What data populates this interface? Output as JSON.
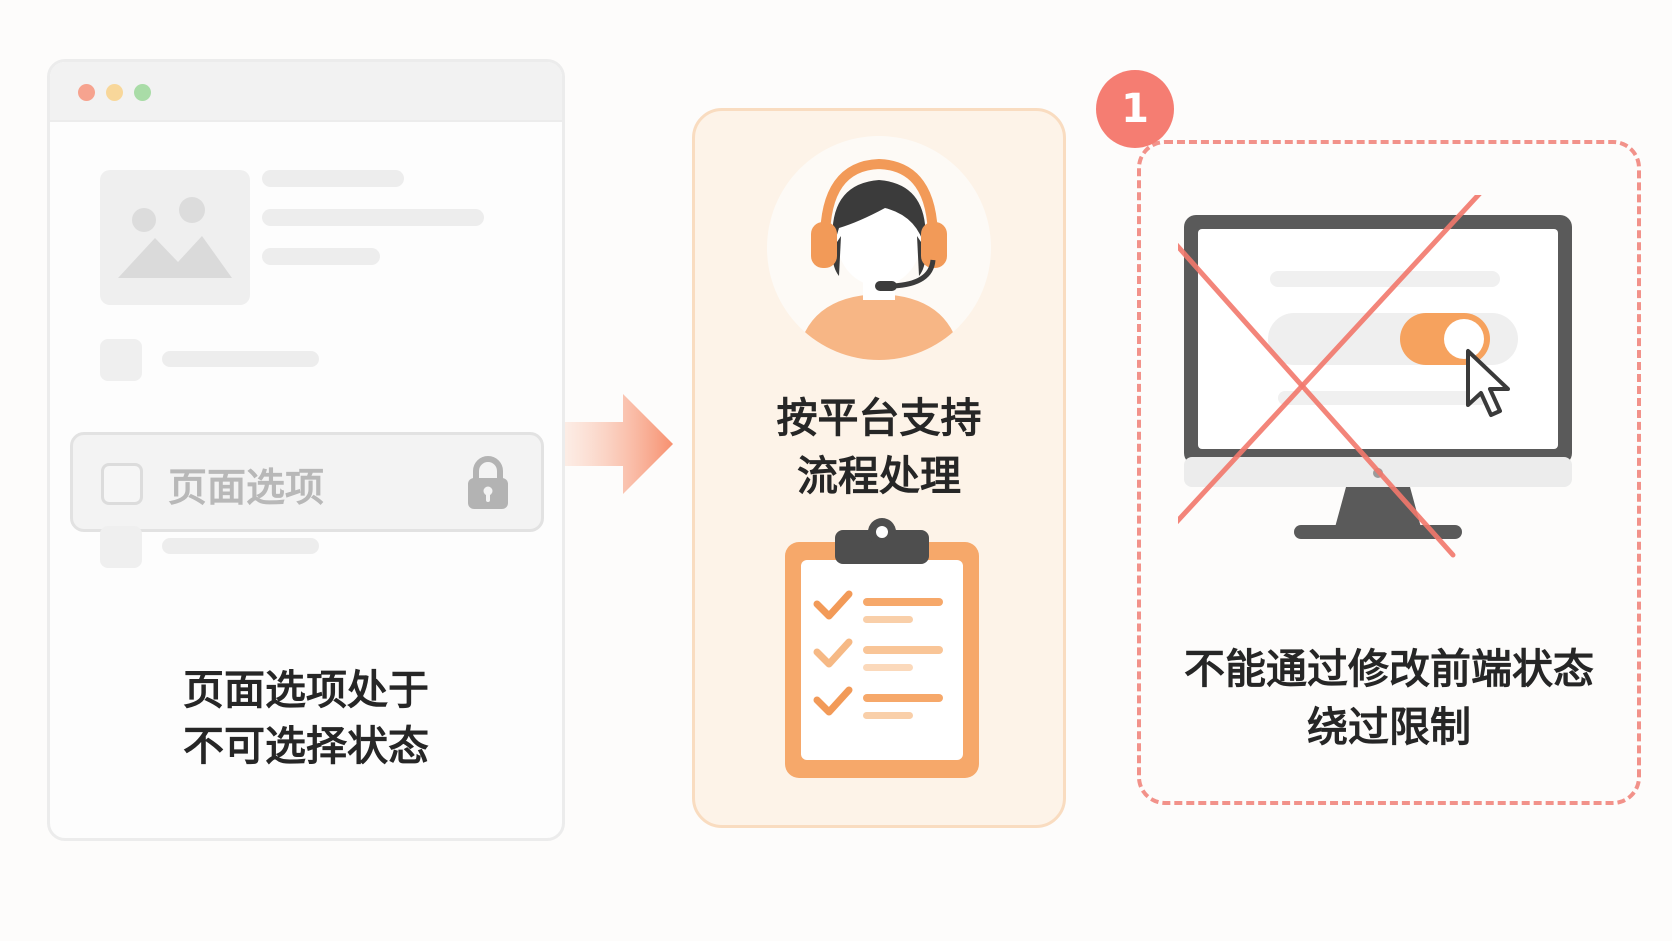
{
  "browser_panel": {
    "locked_option_label": "页面选项",
    "caption_line1": "页面选项处于",
    "caption_line2": "不可选择状态"
  },
  "support_panel": {
    "caption_line1": "按平台支持",
    "caption_line2": "流程处理"
  },
  "restricted_panel": {
    "step_number": "1",
    "caption_line1": "不能通过修改前端状态",
    "caption_line2": "绕过限制"
  },
  "colors": {
    "accent_orange": "#f4a467",
    "warning_red": "#f57d72",
    "neutral_gray": "#5a5a5a"
  },
  "icons": [
    "lock-icon",
    "arrow-right-icon",
    "headset-agent-icon",
    "clipboard-checklist-icon",
    "monitor-icon",
    "cursor-icon",
    "cross-out-icon"
  ]
}
